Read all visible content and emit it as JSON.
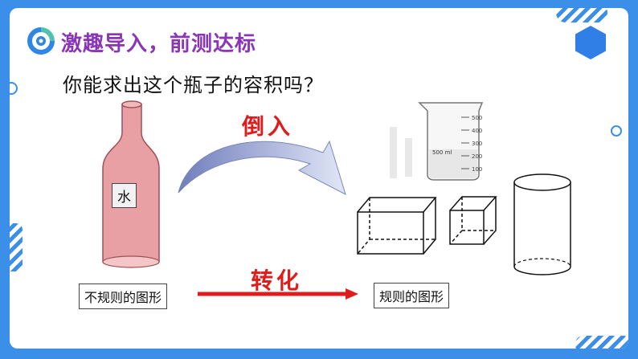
{
  "header": {
    "title": "激趣导入，前测达标",
    "question": "你能求出这个瓶子的容积吗？"
  },
  "bottle": {
    "label": "水"
  },
  "arrows": {
    "pour_label": "倒入",
    "transform_label": "转化"
  },
  "boxes": {
    "irregular": "不规则的图形",
    "regular": "规则的图形"
  },
  "beaker": {
    "capacity_label": "500 ml",
    "ticks": [
      "500",
      "400",
      "300",
      "200",
      "100"
    ]
  },
  "colors": {
    "frame": "#3b8fe8",
    "title": "#8a35b5",
    "red": "#e01b1b",
    "bottle": "#e9a0a4"
  }
}
